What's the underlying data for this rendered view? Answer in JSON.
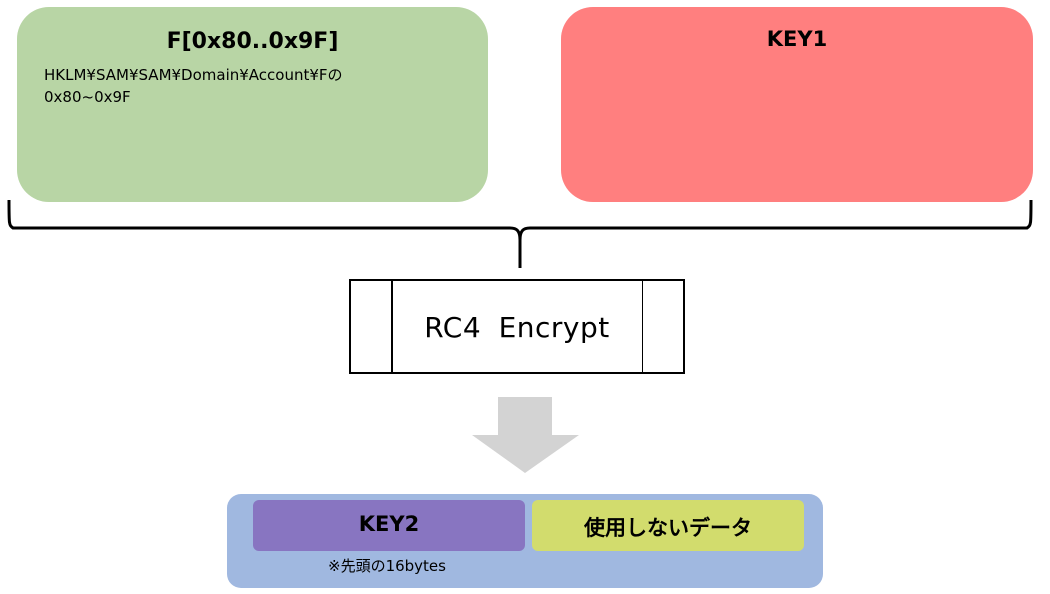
{
  "top_left_box": {
    "title": "F[0x80..0x9F]",
    "description_line1": "HKLM¥SAM¥SAM¥Domain¥Account¥Fの",
    "description_line2": "0x80~0x9F",
    "color": "#b8d5a5"
  },
  "top_right_box": {
    "title": "KEY1",
    "color": "#ff7f7f"
  },
  "process": {
    "label": "RC4  Encrypt"
  },
  "result": {
    "key2_label": "KEY2",
    "key2_note": "※先頭の16bytes",
    "unused_label": "使用しないデータ",
    "key2_color": "#8875c1",
    "unused_color": "#d2dc6d",
    "container_color": "#a0b8e0"
  },
  "arrow": {
    "icon": "down-arrow-icon",
    "color": "#d3d3d3"
  }
}
